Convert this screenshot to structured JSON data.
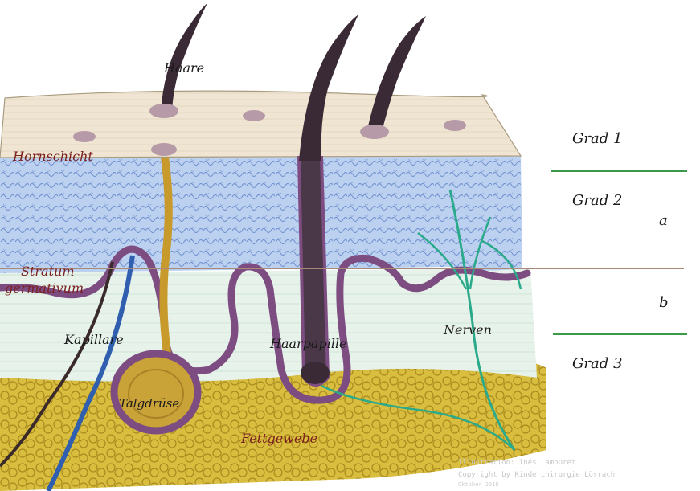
{
  "labels": {
    "haare": "Haare",
    "hornschicht": "Hornschicht",
    "stratum_line1": "Stratum",
    "stratum_line2": "germativum",
    "kapillare": "Kapillare",
    "haarpapille": "Haarpapille",
    "nerven": "Nerven",
    "talgdruese": "Talgdrüse",
    "fettgewebe": "Fettgewebe"
  },
  "grades": {
    "grad1": "Grad 1",
    "grad2": "Grad 2",
    "grad2a": "a",
    "grad2b": "b",
    "grad3": "Grad 3"
  },
  "copyright": {
    "line1": "Illustration: Inés Lamouret",
    "line2": "Copyright by Kinderchirurgie Lörrach",
    "line3": "Oktober 2018"
  },
  "colors": {
    "label_red": "#7a1f1f",
    "label_dark": "#1a1a1a",
    "divider_green": "#3a9a4a",
    "divider_brown": "#a88a78",
    "hair": "#3a2a36",
    "epidermis_purple": "#7d4c80",
    "dermis_blue": "#a9c3ea",
    "horn_beige": "#ece1cc",
    "fat_yellow": "#c9a92a",
    "sebaceous_gold": "#c79a2b",
    "nerve_teal": "#2aaa8a",
    "capillary_blue": "#2f5fae"
  }
}
